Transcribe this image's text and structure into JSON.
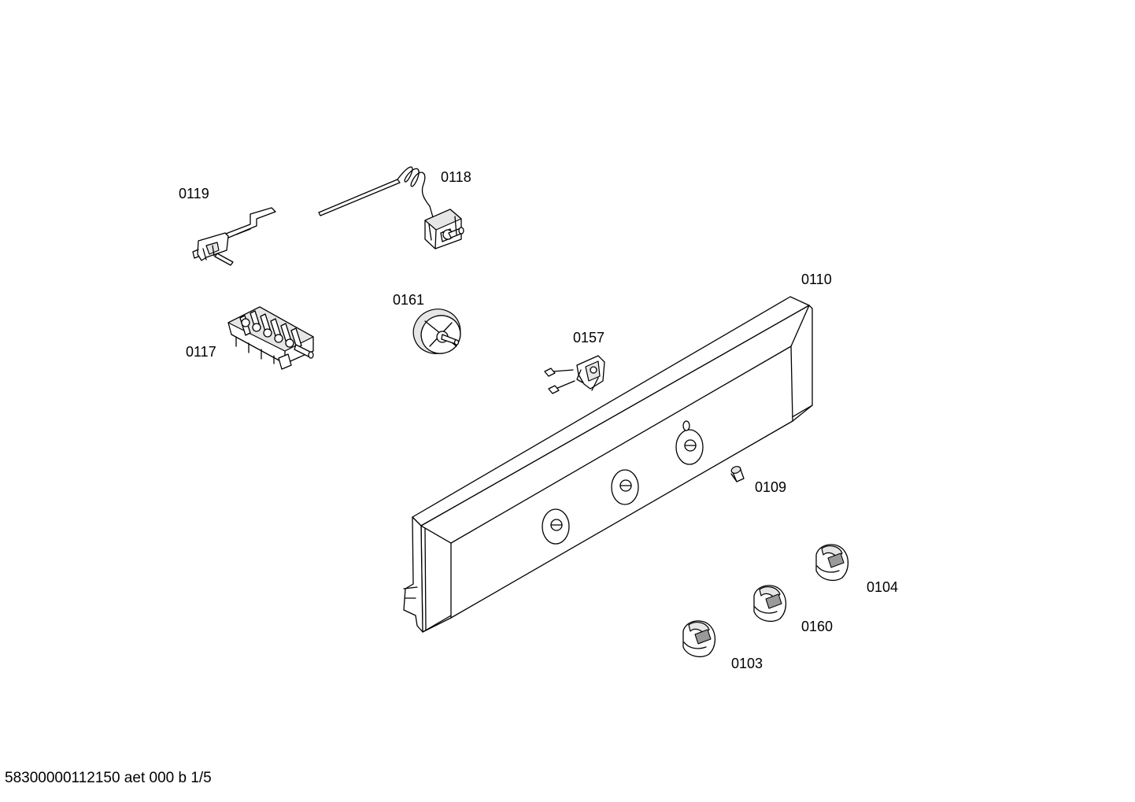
{
  "parts": [
    {
      "id": "0119",
      "name": "bracket"
    },
    {
      "id": "0118",
      "name": "thermostat"
    },
    {
      "id": "0117",
      "name": "selector-switch"
    },
    {
      "id": "0161",
      "name": "rotary-switch"
    },
    {
      "id": "0157",
      "name": "lamp-holder"
    },
    {
      "id": "0110",
      "name": "control-panel"
    },
    {
      "id": "0109",
      "name": "indicator-lamp"
    },
    {
      "id": "0104",
      "name": "knob"
    },
    {
      "id": "0160",
      "name": "knob"
    },
    {
      "id": "0103",
      "name": "knob"
    }
  ],
  "footer": {
    "text": "58300000112150 aet 000 b 1/5"
  }
}
